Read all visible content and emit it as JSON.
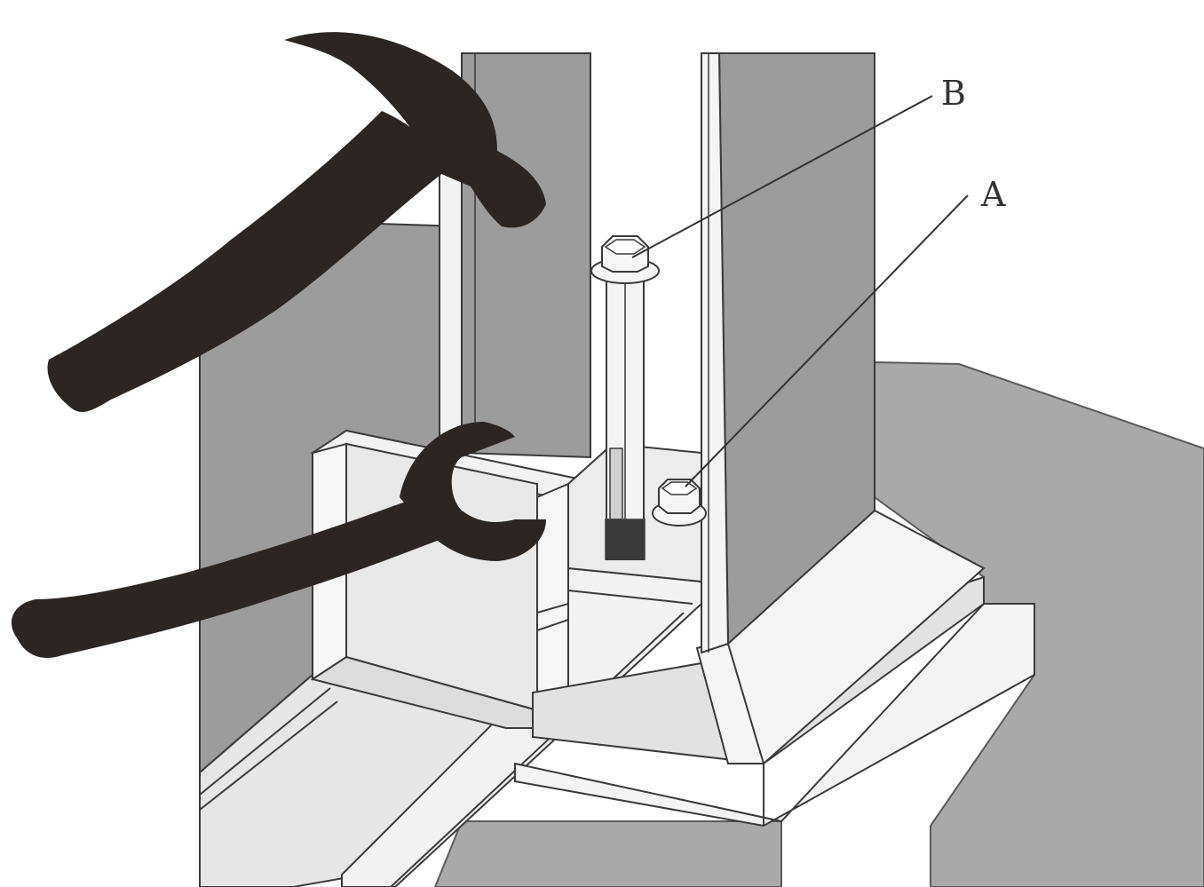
{
  "labels": {
    "b": "B",
    "a": "A"
  },
  "icons": {
    "hammer": "hammer-icon",
    "wrench": "open-end-wrench-icon",
    "bolt": "expansion-bolt",
    "nut": "hex-nut"
  },
  "colors": {
    "tool_silhouette": "#2b2624",
    "concrete": "#a9a9a9",
    "wall_panel": "#9c9c9c",
    "steel_light": "#f2f2f2",
    "steel_shadow": "#d4d4d4",
    "outline": "#3a3a3a"
  }
}
